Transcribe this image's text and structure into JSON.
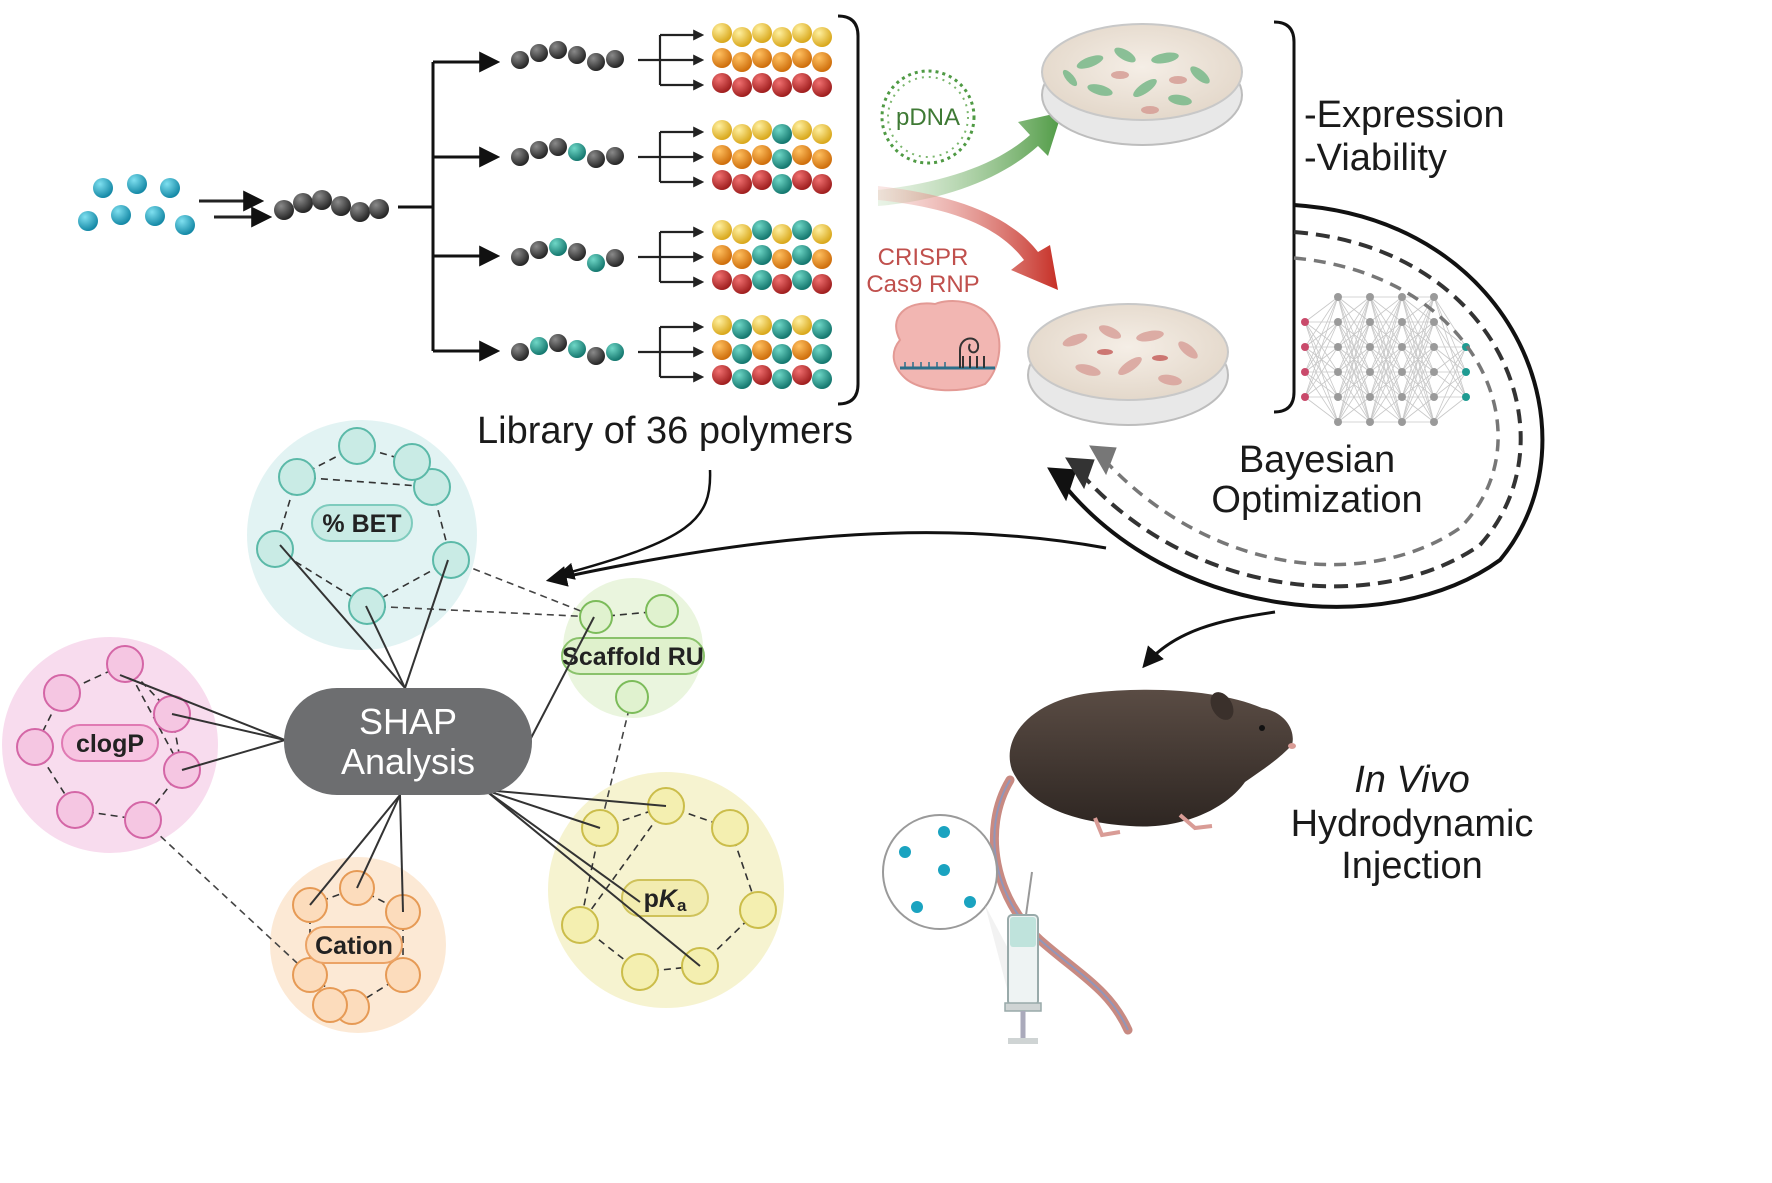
{
  "library_label": "Library of 36 polymers",
  "pdna_label": "pDNA",
  "crispr_label_line1": "CRISPR",
  "crispr_label_line2": "Cas9 RNP",
  "readouts": [
    "-Expression",
    "-Viability"
  ],
  "bayes_line1": "Bayesian",
  "bayes_line2": "Optimization",
  "invivo_line1": "In Vivo",
  "invivo_line2": "Hydrodynamic",
  "invivo_line3": "Injection",
  "shap_line1": "SHAP",
  "shap_line2": "Analysis",
  "features": {
    "bet": "% BET",
    "scaffold": "Scaffold RU",
    "clogp": "clogP",
    "cation": "Cation",
    "pka_prefix": "p",
    "pka_k": "K",
    "pka_sub": "a"
  },
  "colors": {
    "monomer": "#1aa3c0",
    "backbone": "#3a3a3a",
    "teal": "#1f9b92",
    "yellow": "#e8c23a",
    "orange": "#e58a1c",
    "red": "#c43030",
    "shap_node": "#6d6e70",
    "green_arrow": "#4f9a44",
    "red_arrow": "#c62f26"
  }
}
